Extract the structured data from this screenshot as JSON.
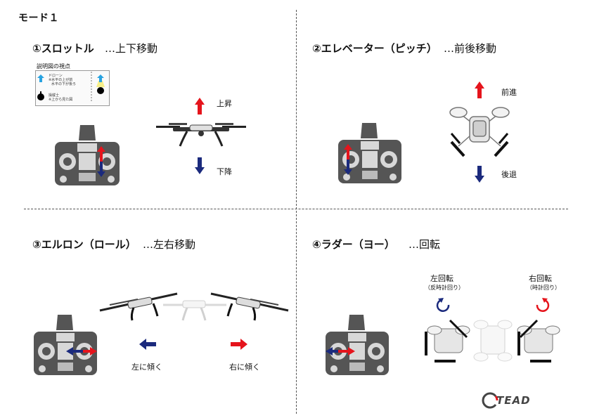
{
  "mode_title": "モード１",
  "legend": {
    "title": "説明図の視点",
    "drone_label": "ドローン",
    "drone_note_1": "※水平の上が前",
    "drone_note_2": "水平の下が後ろ",
    "pilot_label": "操縦士",
    "pilot_note": "※上から見た図"
  },
  "sections": {
    "throttle": {
      "title": "①スロットル",
      "subtitle": "…上下移動",
      "up": "上昇",
      "down": "下降"
    },
    "elevator": {
      "title": "②エレベーター（ピッチ）",
      "subtitle": "…前後移動",
      "forward": "前進",
      "backward": "後退"
    },
    "aileron": {
      "title": "③エルロン（ロール）",
      "subtitle": "…左右移動",
      "left": "左に傾く",
      "right": "右に傾く"
    },
    "rudder": {
      "title": "④ラダー（ヨー）",
      "subtitle": "…回転",
      "left": "左回転",
      "left_note": "（反時計回り）",
      "right": "右回転",
      "right_note": "（時計回り）"
    }
  },
  "logo": "TEAD",
  "colors": {
    "red": "#e5141c",
    "navy": "#1b2a7d",
    "gray": "#555555",
    "light_gray": "#c9c9c9",
    "legend_blue": "#29a3e0",
    "legend_yellow": "#f7ef8a"
  }
}
